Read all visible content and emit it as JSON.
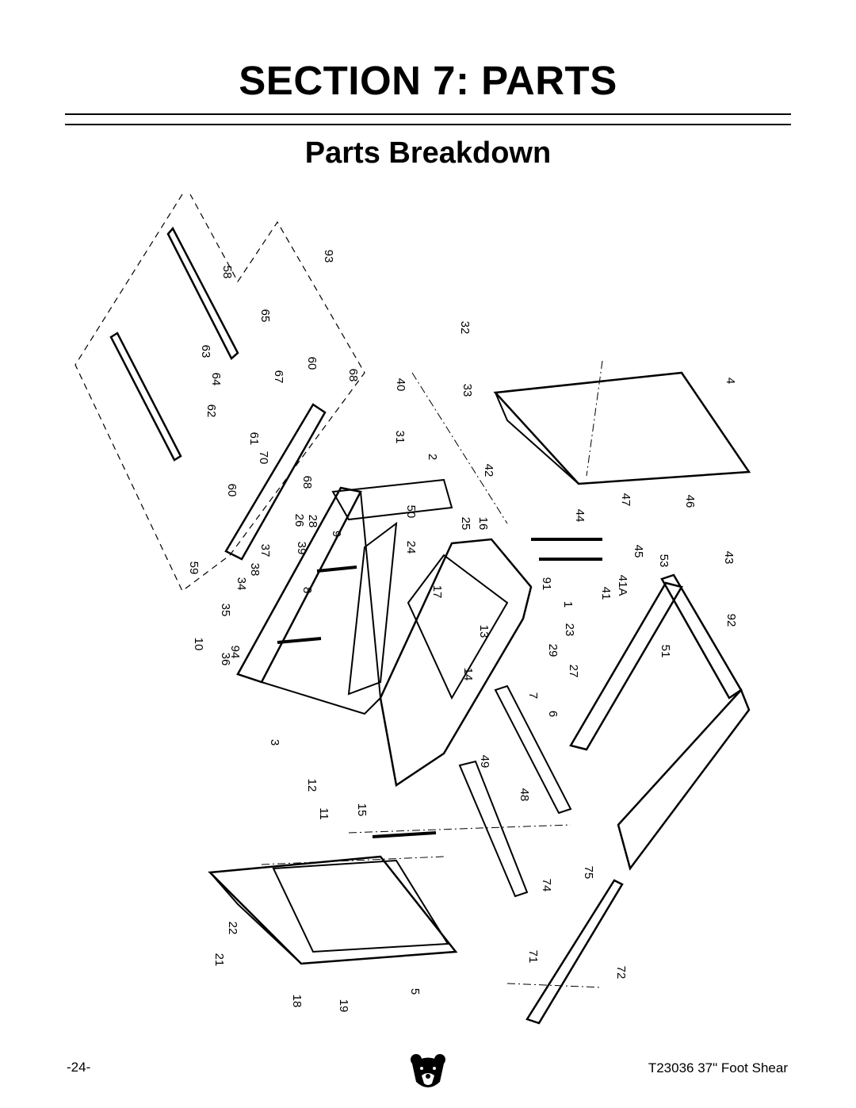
{
  "header": {
    "section_title": "SECTION 7: PARTS",
    "subtitle": "Parts Breakdown"
  },
  "diagram": {
    "callouts": [
      "58",
      "93",
      "65",
      "63",
      "60",
      "64",
      "67",
      "68",
      "62",
      "40",
      "32",
      "33",
      "4",
      "61",
      "31",
      "70",
      "2",
      "42",
      "60",
      "68",
      "26",
      "28",
      "50",
      "25",
      "16",
      "44",
      "47",
      "46",
      "9",
      "37",
      "39",
      "24",
      "45",
      "53",
      "43",
      "59",
      "38",
      "34",
      "8",
      "17",
      "91",
      "41",
      "41A",
      "35",
      "1",
      "23",
      "92",
      "10",
      "94",
      "36",
      "13",
      "29",
      "51",
      "14",
      "27",
      "7",
      "3",
      "6",
      "49",
      "12",
      "48",
      "11",
      "15",
      "75",
      "74",
      "71",
      "22",
      "72",
      "21",
      "5",
      "18",
      "19"
    ]
  },
  "footer": {
    "page_number": "-24-",
    "model": "T23036 37\" Foot Shear"
  },
  "logo": {
    "icon": "bear-head-logo"
  }
}
